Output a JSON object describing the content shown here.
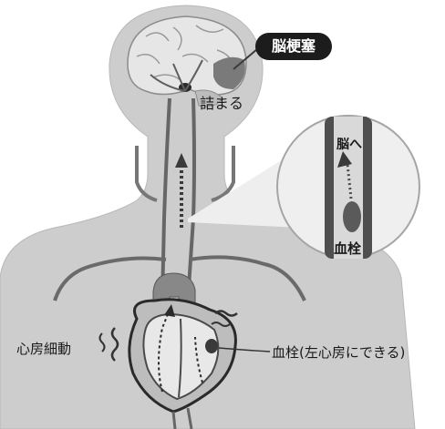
{
  "labels": {
    "stroke": "脳梗塞",
    "clog": "詰まる",
    "to_brain": "脳へ",
    "clot_zoom": "血栓",
    "atrial_fibrillation": "心房細動",
    "clot_atrium": "血栓(左心房にできる)"
  }
}
